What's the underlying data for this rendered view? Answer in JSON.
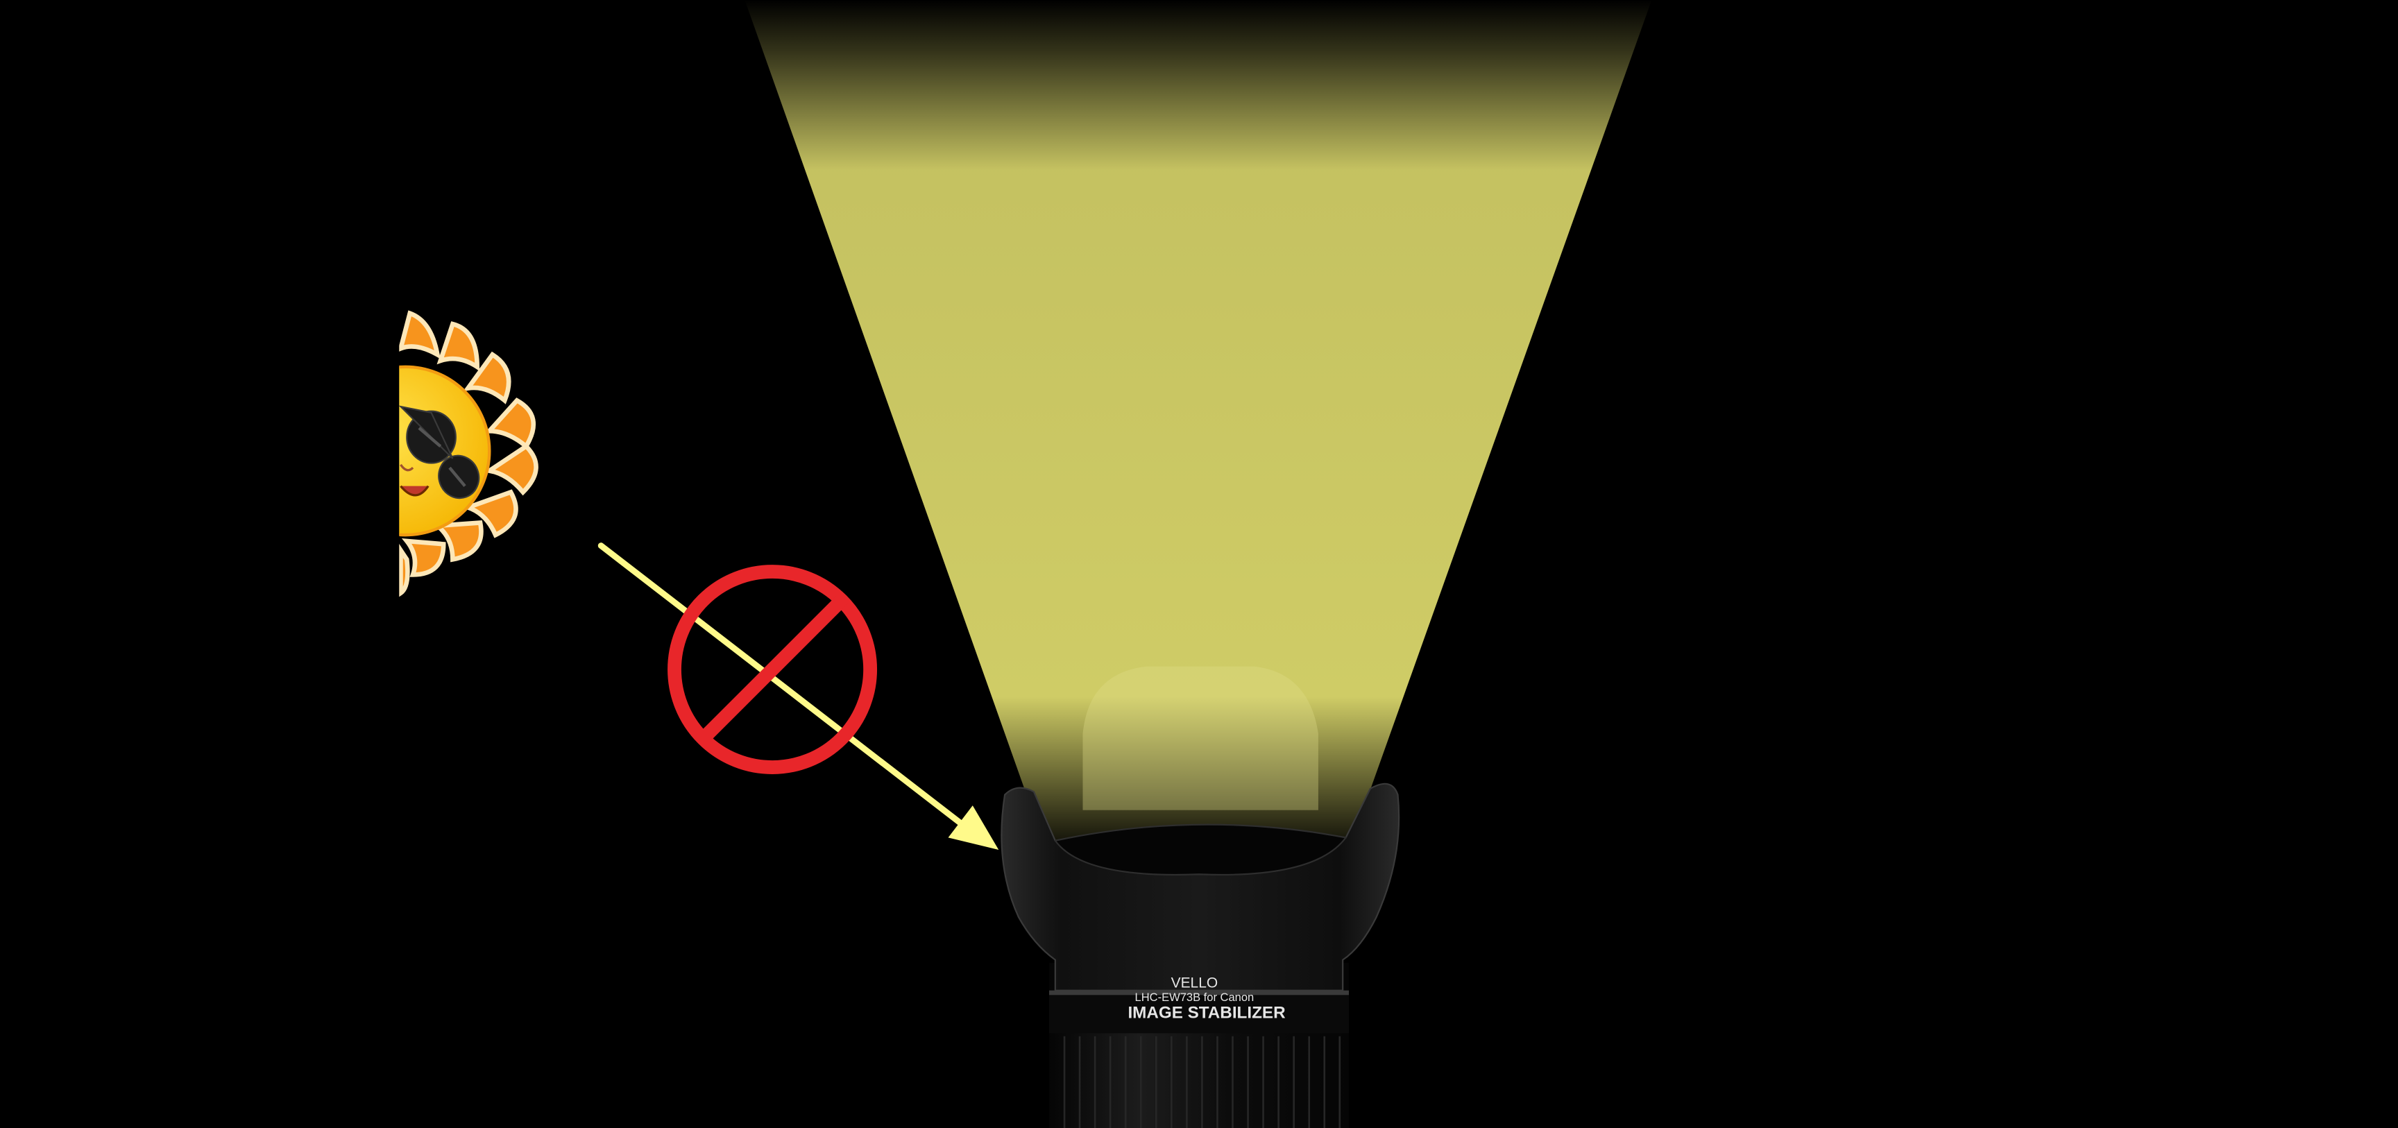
{
  "scene": {
    "background_color": "#000000",
    "beam_color": "#cfcc66",
    "arrow_color": "#fffa8a",
    "prohibition_color": "#e8262a",
    "sun_ray_color": "#f7941d",
    "sun_face_color": "#ffd21f"
  },
  "sun": {
    "icon": "sun-with-sunglasses-icon"
  },
  "arrow": {
    "icon": "arrow-icon"
  },
  "prohibition": {
    "icon": "no-symbol-icon"
  },
  "lens_hood": {
    "brand": "VELLO",
    "model": "LHC-EW73B for Canon"
  },
  "lens": {
    "label": "IMAGE STABILIZER"
  }
}
